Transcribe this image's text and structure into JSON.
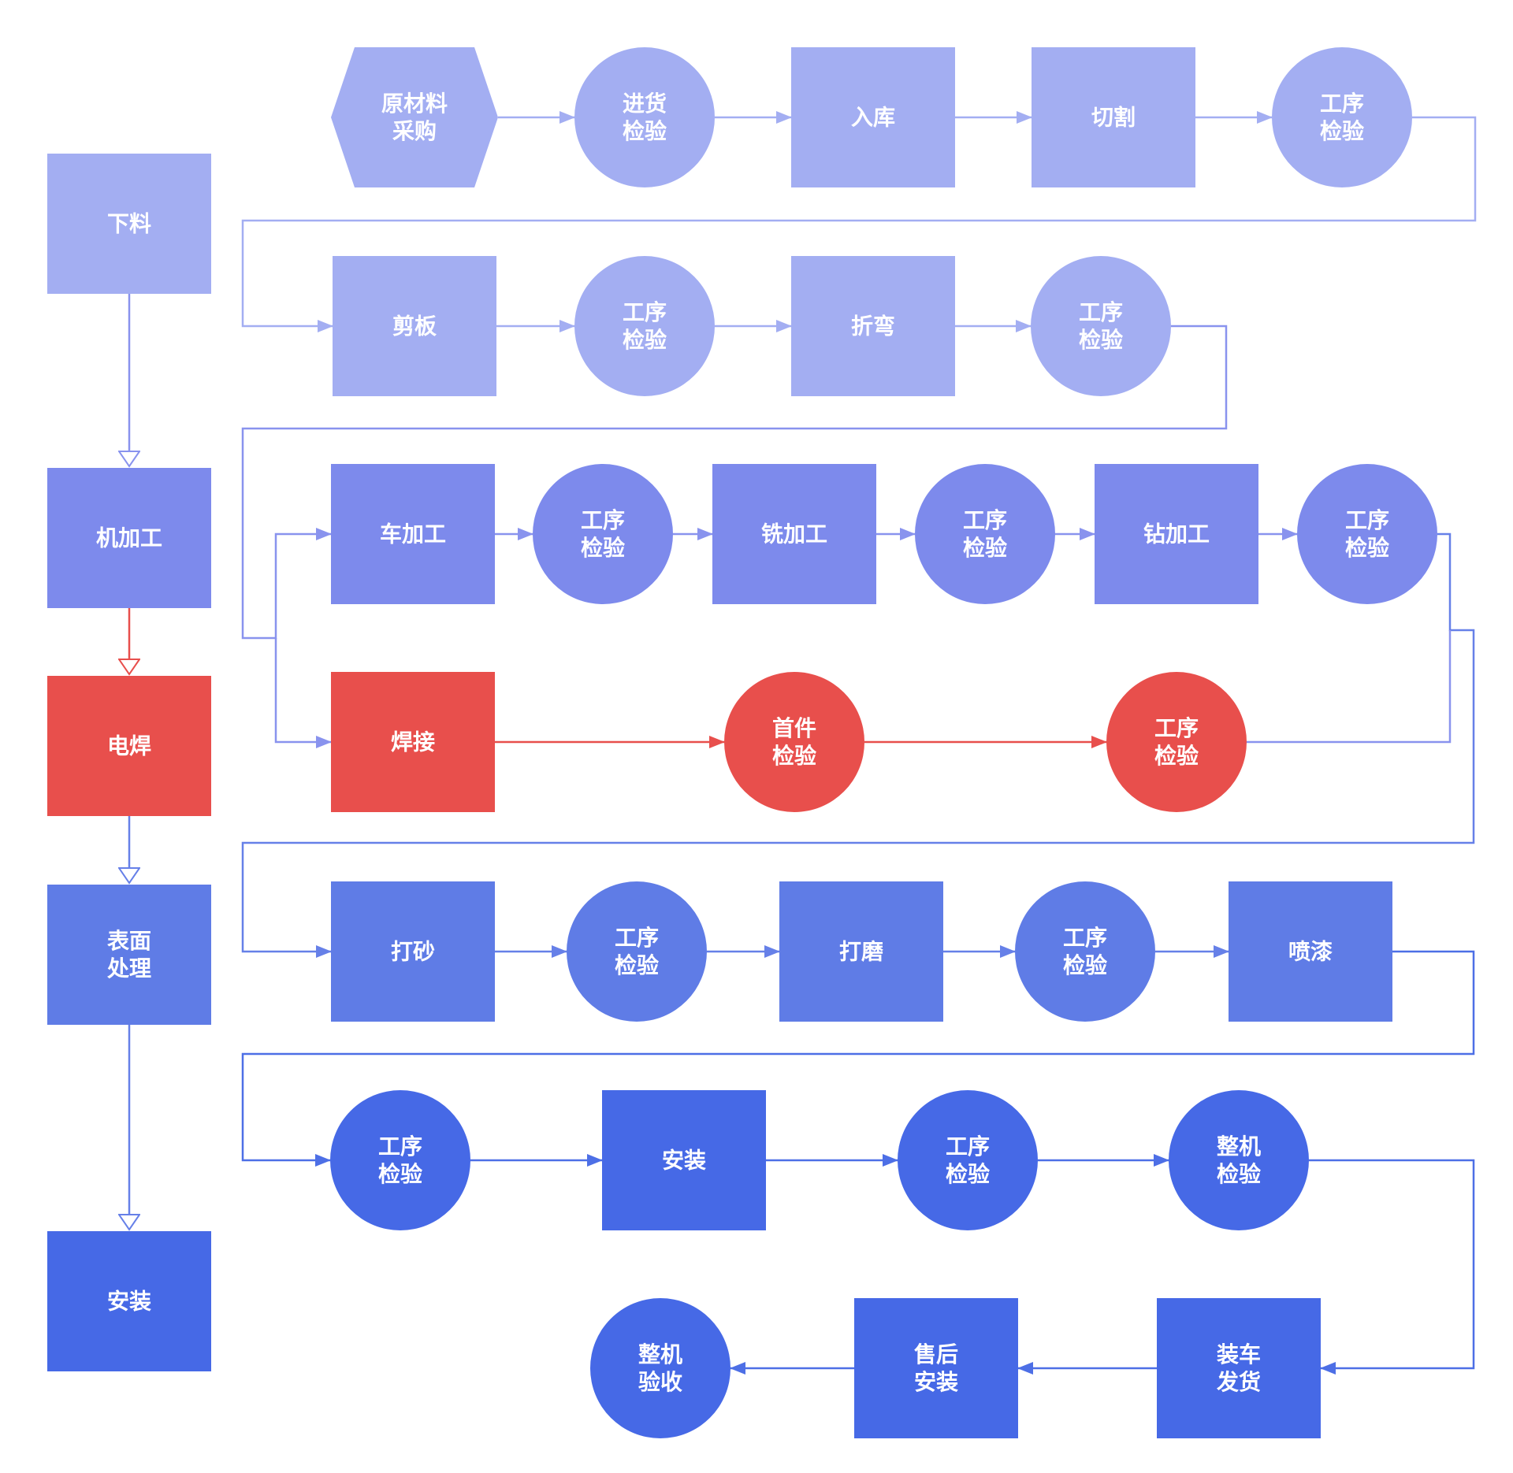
{
  "colors": {
    "l1": "#A3AEF2",
    "l2": "#7D8AEC",
    "l3": "#5F7CE6",
    "l4": "#4669E6",
    "red": "#E84F4C",
    "line_l1": "#A3AEF2",
    "line_l2": "#8993EE",
    "line_l3": "#6680E8",
    "line_l4": "#4D6FE6",
    "line_red": "#E84F4C",
    "text": "#FFFFFF"
  },
  "stages": [
    {
      "id": "s1",
      "label": "下料"
    },
    {
      "id": "s2",
      "label": "机加工"
    },
    {
      "id": "s3",
      "label": "电焊"
    },
    {
      "id": "s4",
      "label": "表面\n处理"
    },
    {
      "id": "s5",
      "label": "安装"
    }
  ],
  "rows": [
    {
      "id": "row1",
      "nodes": [
        {
          "id": "r1n1",
          "shape": "hexagon",
          "label": "原材料\n采购"
        },
        {
          "id": "r1n2",
          "shape": "circle",
          "label": "进货\n检验"
        },
        {
          "id": "r1n3",
          "shape": "rect",
          "label": "入库"
        },
        {
          "id": "r1n4",
          "shape": "rect",
          "label": "切割"
        },
        {
          "id": "r1n5",
          "shape": "circle",
          "label": "工序\n检验"
        }
      ]
    },
    {
      "id": "row2",
      "nodes": [
        {
          "id": "r2n1",
          "shape": "rect",
          "label": "剪板"
        },
        {
          "id": "r2n2",
          "shape": "circle",
          "label": "工序\n检验"
        },
        {
          "id": "r2n3",
          "shape": "rect",
          "label": "折弯"
        },
        {
          "id": "r2n4",
          "shape": "circle",
          "label": "工序\n检验"
        }
      ]
    },
    {
      "id": "row3",
      "nodes": [
        {
          "id": "r3n1",
          "shape": "rect",
          "label": "车加工"
        },
        {
          "id": "r3n2",
          "shape": "circle",
          "label": "工序\n检验"
        },
        {
          "id": "r3n3",
          "shape": "rect",
          "label": "铣加工"
        },
        {
          "id": "r3n4",
          "shape": "circle",
          "label": "工序\n检验"
        },
        {
          "id": "r3n5",
          "shape": "rect",
          "label": "钻加工"
        },
        {
          "id": "r3n6",
          "shape": "circle",
          "label": "工序\n检验"
        }
      ]
    },
    {
      "id": "row4",
      "nodes": [
        {
          "id": "r4n1",
          "shape": "rect",
          "label": "焊接"
        },
        {
          "id": "r4n2",
          "shape": "circle",
          "label": "首件\n检验"
        },
        {
          "id": "r4n3",
          "shape": "circle",
          "label": "工序\n检验"
        }
      ]
    },
    {
      "id": "row5",
      "nodes": [
        {
          "id": "r5n1",
          "shape": "rect",
          "label": "打砂"
        },
        {
          "id": "r5n2",
          "shape": "circle",
          "label": "工序\n检验"
        },
        {
          "id": "r5n3",
          "shape": "rect",
          "label": "打磨"
        },
        {
          "id": "r5n4",
          "shape": "circle",
          "label": "工序\n检验"
        },
        {
          "id": "r5n5",
          "shape": "rect",
          "label": "喷漆"
        }
      ]
    },
    {
      "id": "row6",
      "nodes": [
        {
          "id": "r6n1",
          "shape": "circle",
          "label": "工序\n检验"
        },
        {
          "id": "r6n2",
          "shape": "rect",
          "label": "安装"
        },
        {
          "id": "r6n3",
          "shape": "circle",
          "label": "工序\n检验"
        },
        {
          "id": "r6n4",
          "shape": "circle",
          "label": "整机\n检验"
        }
      ]
    },
    {
      "id": "row7",
      "nodes": [
        {
          "id": "r7n1",
          "shape": "circle",
          "label": "整机\n验收"
        },
        {
          "id": "r7n2",
          "shape": "rect",
          "label": "售后\n安装"
        },
        {
          "id": "r7n3",
          "shape": "rect",
          "label": "装车\n发货"
        }
      ]
    }
  ]
}
